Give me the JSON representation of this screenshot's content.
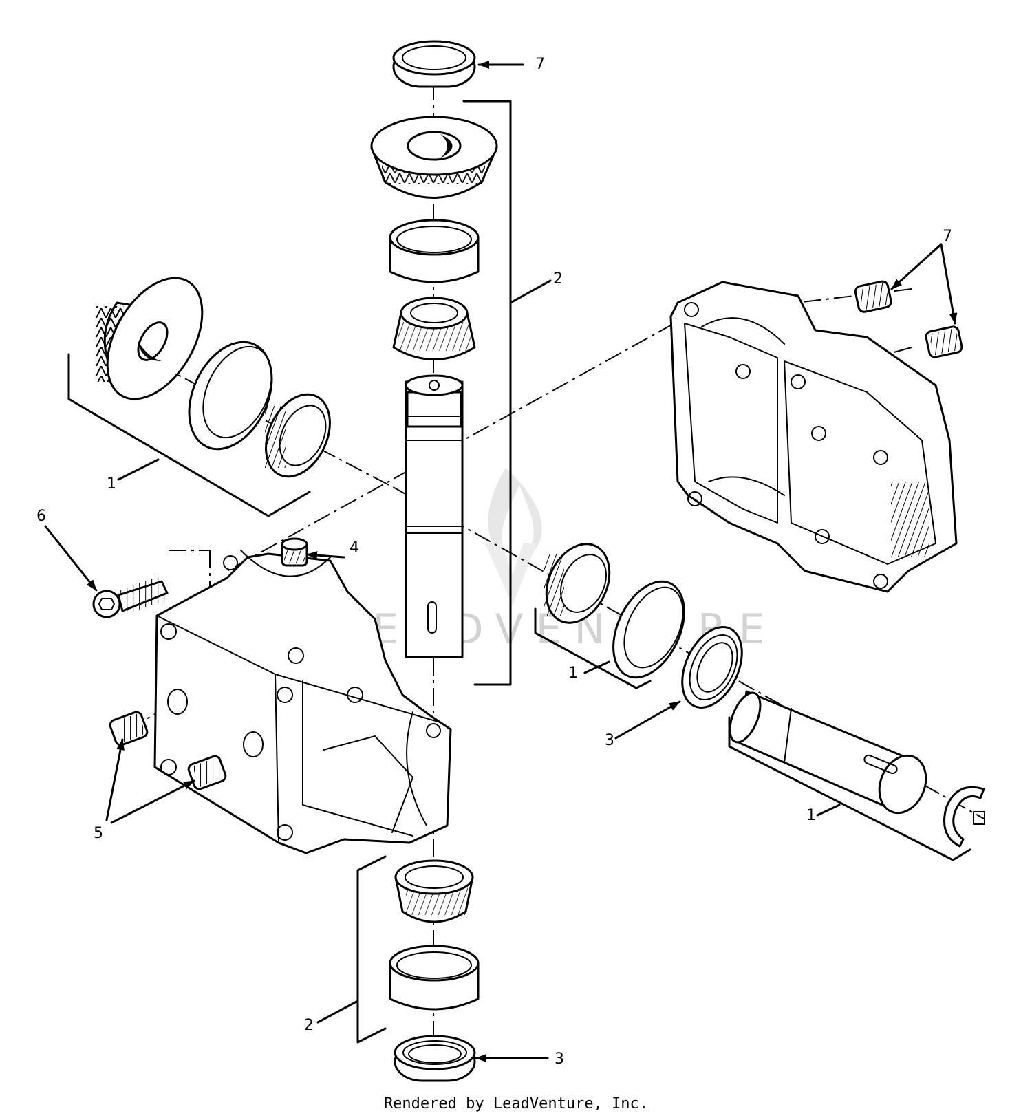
{
  "callouts": {
    "top_seal": "7",
    "set_screws_right": "7",
    "upper_shaft_group": "2",
    "left_gear_group": "1",
    "mounting_bolt": "6",
    "fill_plug": "4",
    "right_bearing_group": "1",
    "right_seal": "3",
    "set_screws_left": "5",
    "output_shaft_group": "1",
    "lower_shaft_group": "2",
    "bottom_seal": "3"
  },
  "watermark": {
    "text": "LEADVENTURE"
  },
  "footer": {
    "credit": "Rendered by LeadVenture, Inc."
  }
}
